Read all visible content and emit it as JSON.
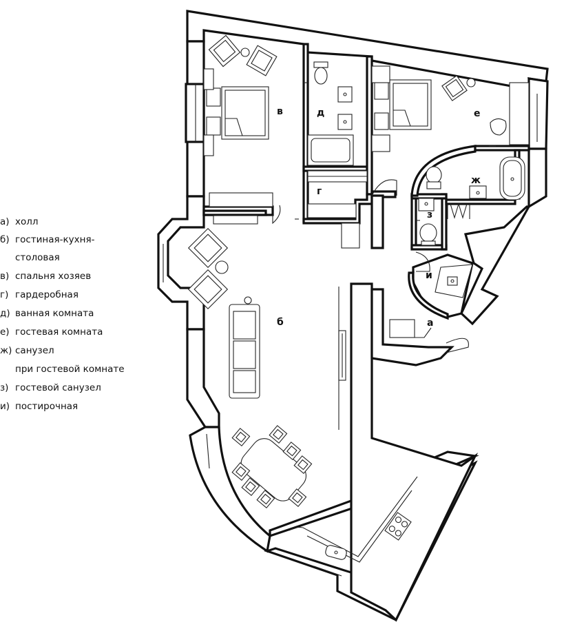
{
  "legend": [
    {
      "key": "а)",
      "text": "холл"
    },
    {
      "key": "б)",
      "text": "гостиная-кухня-"
    },
    {
      "key": "",
      "text": "столовая"
    },
    {
      "key": "в)",
      "text": "спальня хозяев"
    },
    {
      "key": "г)",
      "text": "гардеробная"
    },
    {
      "key": "д)",
      "text": "ванная комната"
    },
    {
      "key": "е)",
      "text": "гостевая комната"
    },
    {
      "key": "ж)",
      "text": "санузел"
    },
    {
      "key": "",
      "text": "при гостевой комнате"
    },
    {
      "key": "з)",
      "text": "гостевой санузел"
    },
    {
      "key": "и)",
      "text": "постирочная"
    }
  ],
  "rooms": {
    "a": "а",
    "b": "б",
    "v": "в",
    "g": "г",
    "d": "д",
    "e": "е",
    "zh": "ж",
    "z": "з",
    "i": "и"
  }
}
